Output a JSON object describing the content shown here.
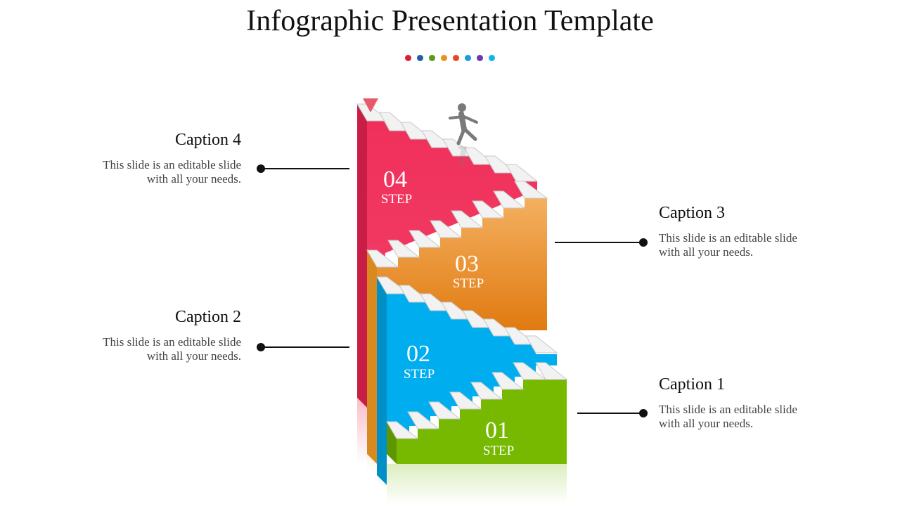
{
  "title": "Infographic Presentation Template",
  "dot_colors": [
    "#d6203a",
    "#1f5fa8",
    "#5a9a18",
    "#e8921a",
    "#e8471c",
    "#1e9bd6",
    "#6c3aa6",
    "#10b4e8"
  ],
  "colors": {
    "step1": "#76b900",
    "step2": "#00aeef",
    "step3": "#f0a030",
    "step4": "#f2335b",
    "tread": "#f2f2f2",
    "riser": "#c8c8c8"
  },
  "steps": [
    {
      "num": "01",
      "label": "STEP"
    },
    {
      "num": "02",
      "label": "STEP"
    },
    {
      "num": "03",
      "label": "STEP"
    },
    {
      "num": "04",
      "label": "STEP"
    }
  ],
  "captions": {
    "c1": {
      "title": "Caption 1",
      "line1": "This slide is an editable slide",
      "line2": "with all your needs."
    },
    "c2": {
      "title": "Caption 2",
      "line1": "This slide is an editable slide",
      "line2": "with all your needs."
    },
    "c3": {
      "title": "Caption 3",
      "line1": "This slide is an editable slide",
      "line2": "with all your needs."
    },
    "c4": {
      "title": "Caption 4",
      "line1": "This slide is an editable slide",
      "line2": "with all your needs."
    }
  },
  "icons": {
    "walker": "person-walking-icon",
    "arrow": "down-arrow-marker-icon"
  }
}
